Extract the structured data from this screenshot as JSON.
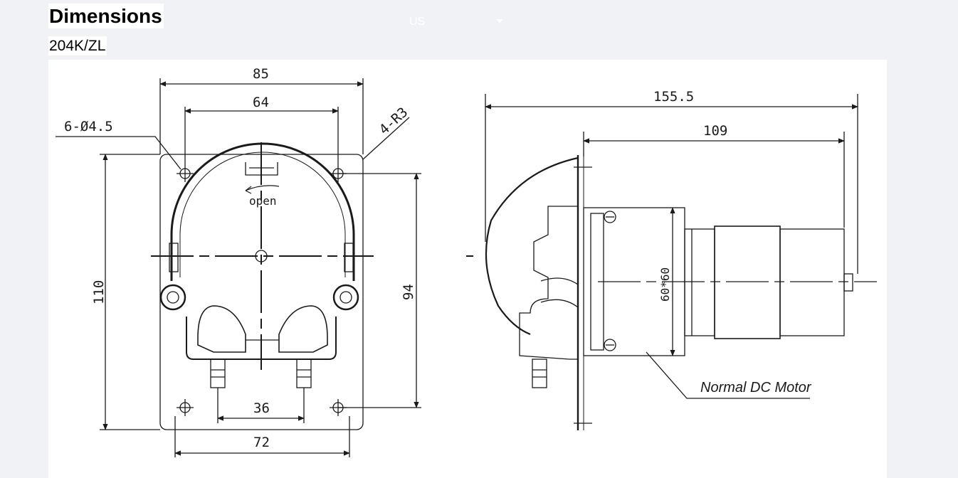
{
  "page": {
    "title": "Dimensions",
    "subtitle": "204K/ZL",
    "language_selector": {
      "value": "US"
    }
  },
  "drawing": {
    "front_view": {
      "dim_width_outer": "85",
      "dim_hole_spacing_top": "64",
      "dim_holes": "6-Ø4.5",
      "dim_corner_radius": "4-R3",
      "dim_height_outer": "110",
      "dim_hole_spacing_vertical": "94",
      "dim_port_spacing": "36",
      "dim_base_width": "72",
      "rotation_label": "open"
    },
    "side_view": {
      "dim_total_length": "155.5",
      "dim_motor_length": "109",
      "dim_motor_flange": "60*60",
      "motor_note": "Normal DC Motor"
    }
  }
}
